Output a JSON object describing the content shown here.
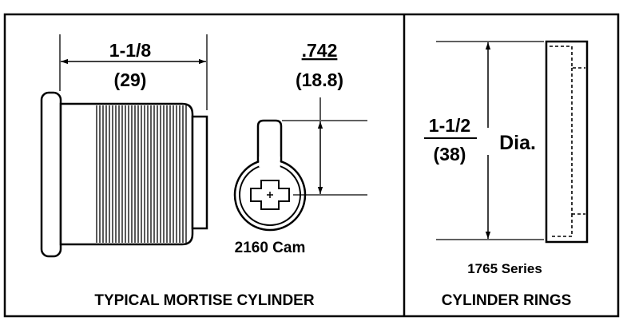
{
  "left_panel": {
    "caption": "TYPICAL MORTISE CYLINDER",
    "length_dim": {
      "fraction": "1-1/8",
      "metric": "(29)"
    },
    "cam_dim": {
      "value": ".742",
      "metric": "(18.8)"
    },
    "cam_label": "2160 Cam"
  },
  "right_panel": {
    "caption": "CYLINDER RINGS",
    "diameter_dim": {
      "fraction": "1-1/2",
      "metric": "(38)",
      "suffix": "Dia."
    },
    "series_label": "1765 Series"
  },
  "colors": {
    "ink": "#000000",
    "paper": "#ffffff"
  }
}
